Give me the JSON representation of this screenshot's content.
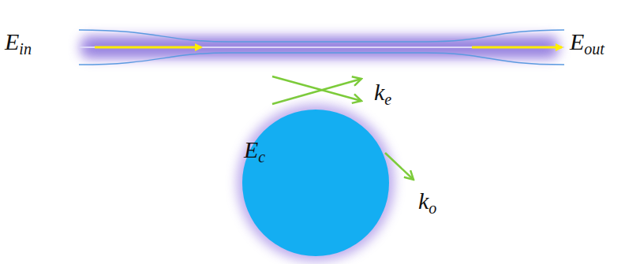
{
  "diagram": {
    "nodes": [
      {
        "text": [
          "Ec"
        ]
      }
    ],
    "labels": [
      "Ein",
      "Eout",
      "ke",
      "ko"
    ]
  }
}
